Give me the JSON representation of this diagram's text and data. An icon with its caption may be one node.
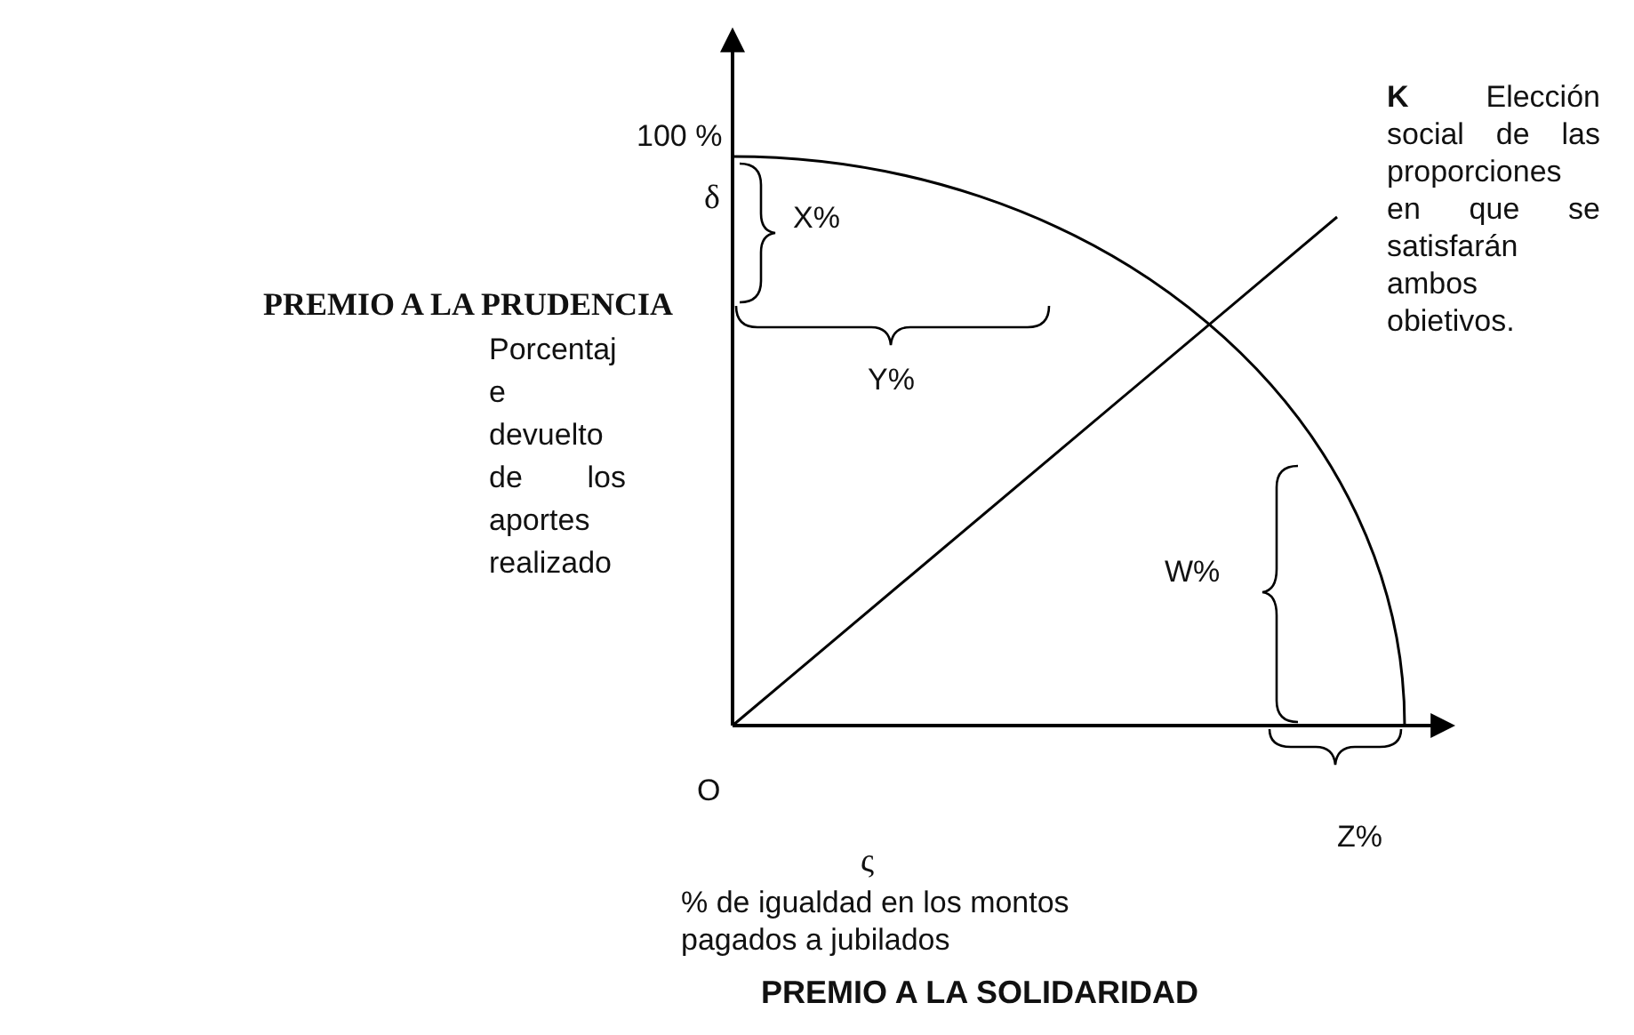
{
  "diagram": {
    "labels": [
      "100 %",
      "δ",
      "X%",
      "**K** Elección social de las proporciones en que se satisfarán ambos obietivos.",
      "PREMIO A LA PRUDENCIA",
      "Y%",
      "Porcentaj e devuelto de los aportes realizado",
      "W%",
      "O",
      "Z%",
      "ς",
      "% de igualdad en los montos pagados a jubilados",
      "PREMIO A LA SOLIDARIDAD"
    ]
  }
}
